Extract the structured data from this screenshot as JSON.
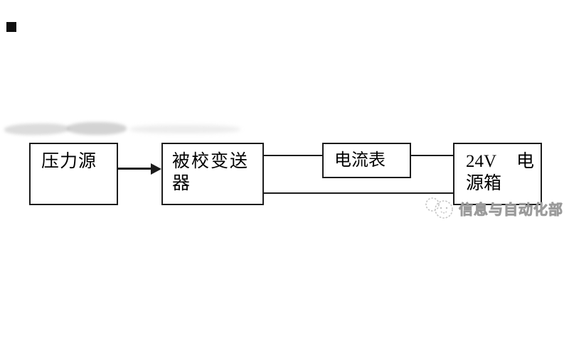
{
  "diagram": {
    "boxes": {
      "pressure_source": {
        "label": "压力源"
      },
      "transmitter": {
        "label": "被校变送器",
        "line1": "被校变送",
        "line2": "器"
      },
      "ammeter": {
        "label": "电流表"
      },
      "power_supply": {
        "label": "24V 电源箱",
        "line1_left": "24V",
        "line1_right": "电",
        "line2": "源箱"
      }
    },
    "connections": [
      {
        "from": "压力源",
        "to": "被校变送器",
        "type": "arrow"
      },
      {
        "from": "被校变送器",
        "to": "电流表",
        "type": "line"
      },
      {
        "from": "电流表",
        "to": "24V 电源箱",
        "type": "line"
      },
      {
        "from": "被校变送器",
        "to": "24V 电源箱",
        "type": "line"
      }
    ]
  },
  "watermark": {
    "text": "信息与自动化部",
    "logo": "cat-face-logo"
  },
  "colors": {
    "stroke": "#1c1c1c",
    "text": "#000000",
    "watermark_text": "#c8c8c8",
    "watermark_logo": "#c6c6c6"
  }
}
